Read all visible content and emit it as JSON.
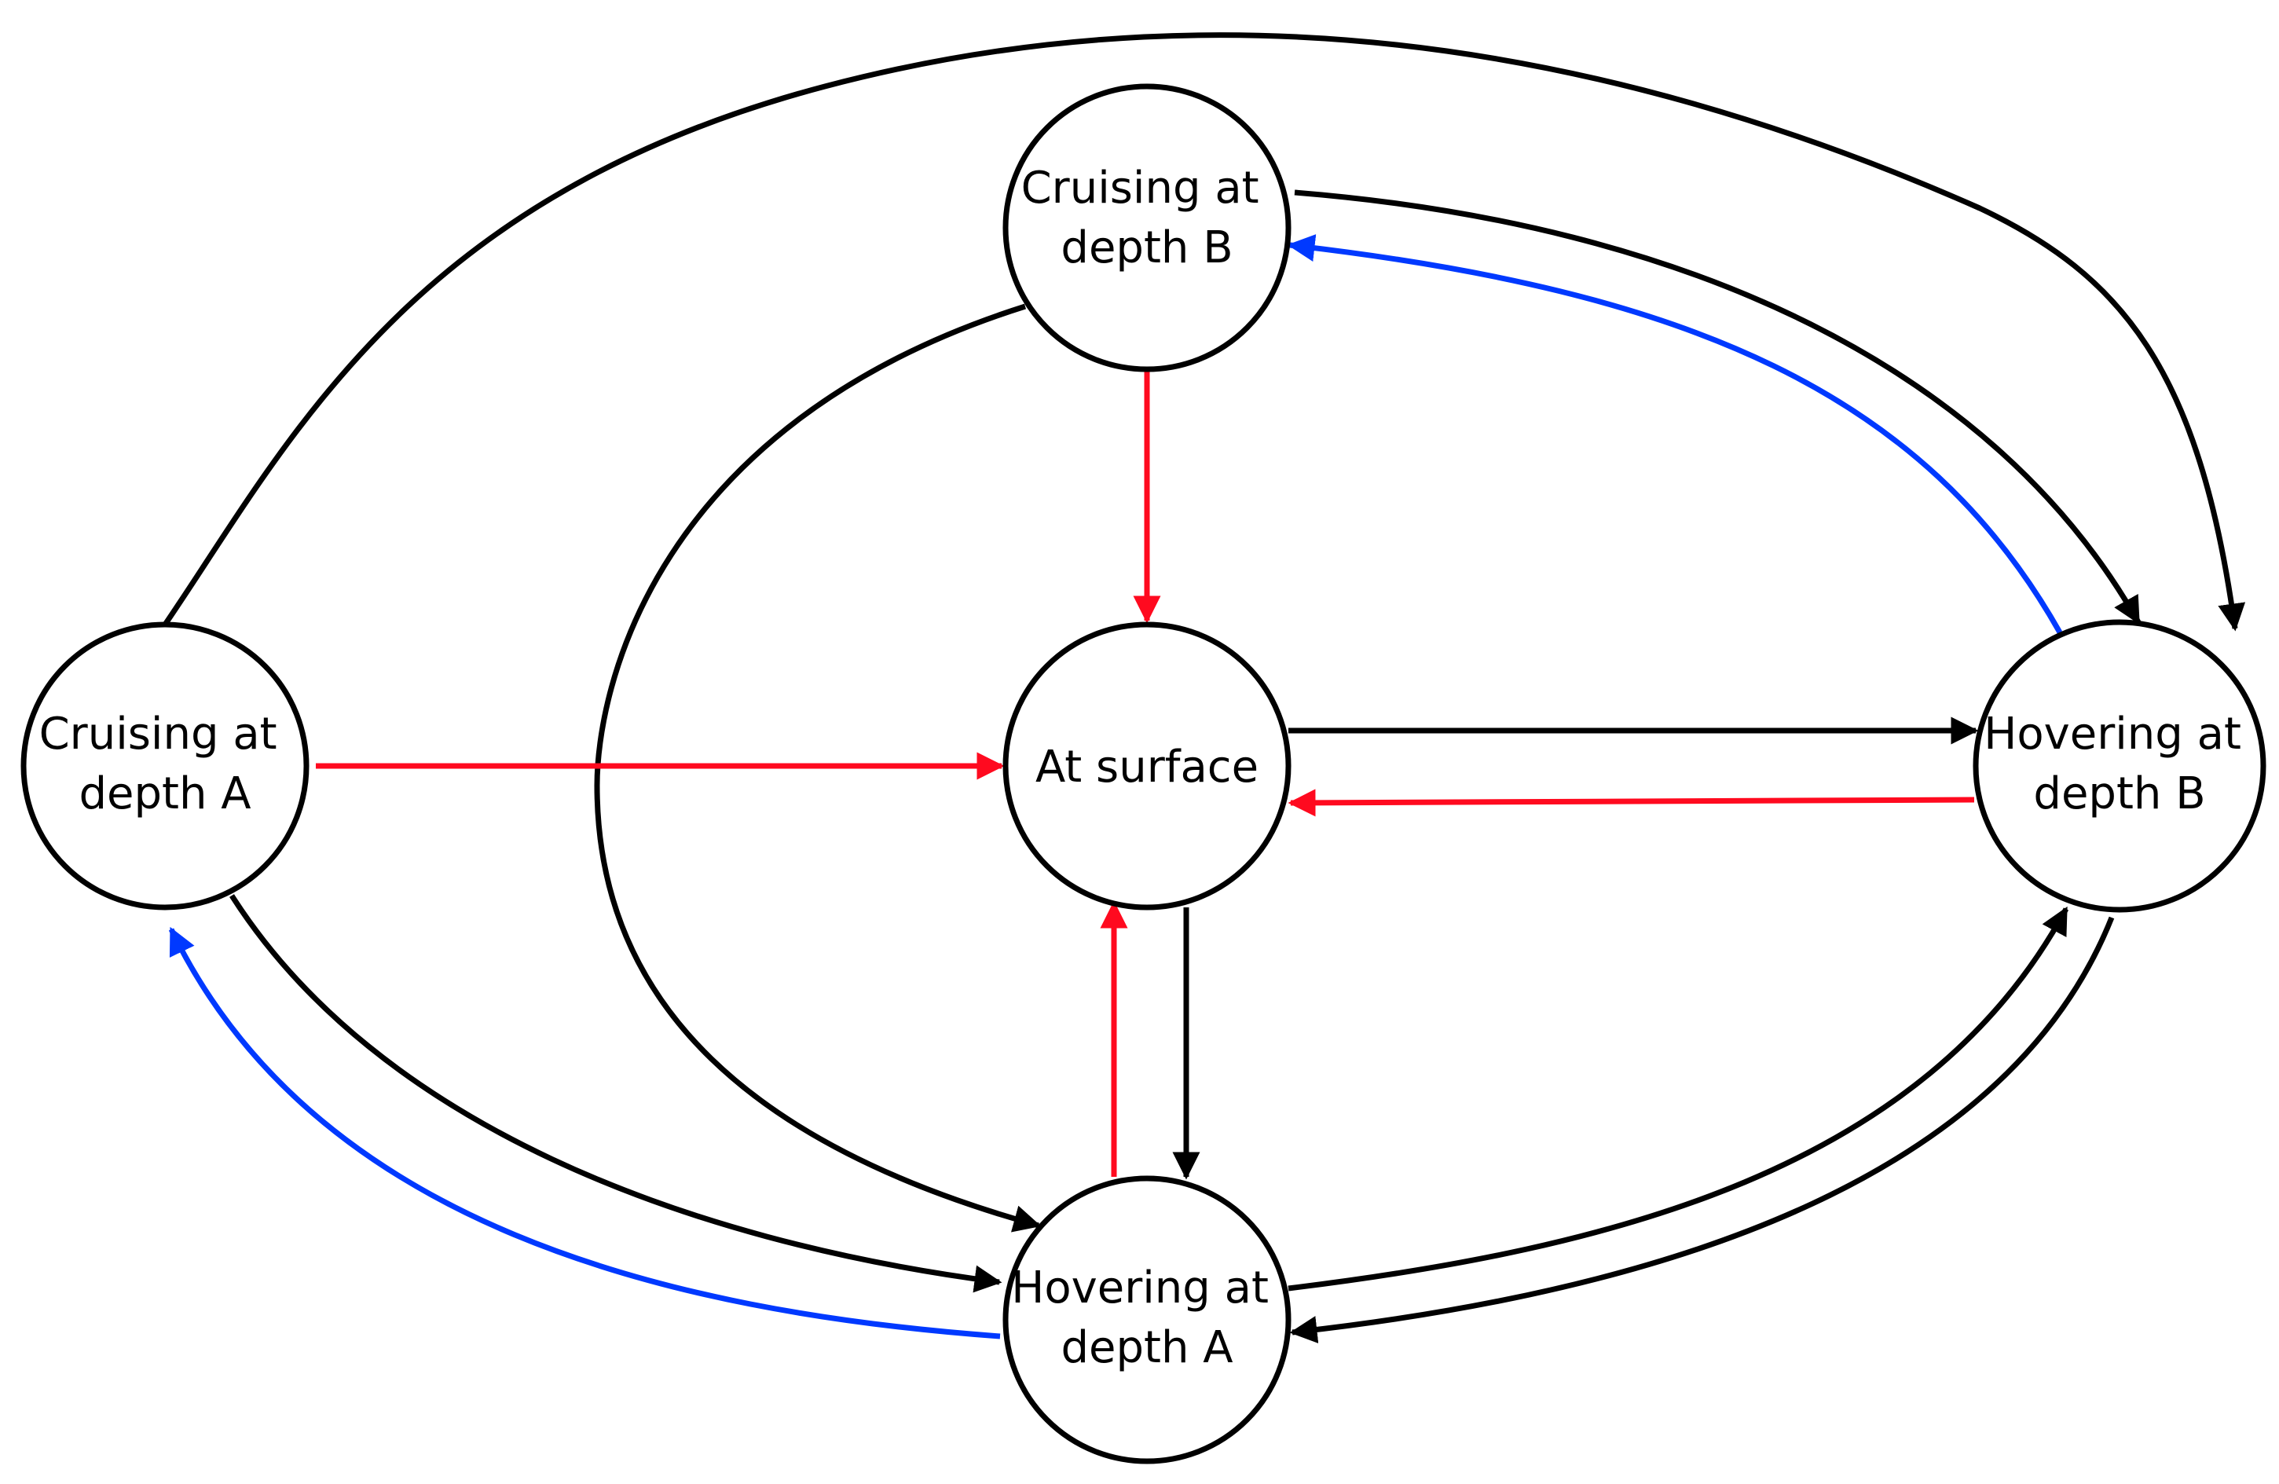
{
  "colors": {
    "default_edge": "#000000",
    "surfacing_edge": "#ff0a1f",
    "return_edge": "#0039ff",
    "node_fill": "#ffffff",
    "node_stroke": "#000000"
  },
  "states": {
    "cruise_b": [
      "Cruising at",
      "depth B"
    ],
    "cruise_a": [
      "Cruising at",
      "depth A"
    ],
    "surface": [
      "At surface"
    ],
    "hover_b": [
      "Hovering at",
      "depth B"
    ],
    "hover_a": [
      "Hovering at",
      "depth A"
    ]
  },
  "edges": [
    {
      "from": "cruise_a",
      "to": "hover_b",
      "color": "default_edge"
    },
    {
      "from": "cruise_b",
      "to": "hover_b",
      "color": "default_edge"
    },
    {
      "from": "hover_b",
      "to": "cruise_b",
      "color": "return_edge"
    },
    {
      "from": "cruise_b",
      "to": "surface",
      "color": "surfacing_edge"
    },
    {
      "from": "cruise_b",
      "to": "hover_a",
      "color": "default_edge"
    },
    {
      "from": "cruise_a",
      "to": "surface",
      "color": "surfacing_edge"
    },
    {
      "from": "surface",
      "to": "hover_b",
      "color": "default_edge"
    },
    {
      "from": "hover_b",
      "to": "surface",
      "color": "surfacing_edge"
    },
    {
      "from": "surface",
      "to": "hover_a",
      "color": "default_edge"
    },
    {
      "from": "hover_a",
      "to": "surface",
      "color": "surfacing_edge"
    },
    {
      "from": "cruise_a",
      "to": "hover_a",
      "color": "default_edge"
    },
    {
      "from": "hover_a",
      "to": "cruise_a",
      "color": "return_edge"
    },
    {
      "from": "hover_a",
      "to": "hover_b",
      "color": "default_edge"
    },
    {
      "from": "hover_b",
      "to": "hover_a",
      "color": "default_edge"
    }
  ]
}
